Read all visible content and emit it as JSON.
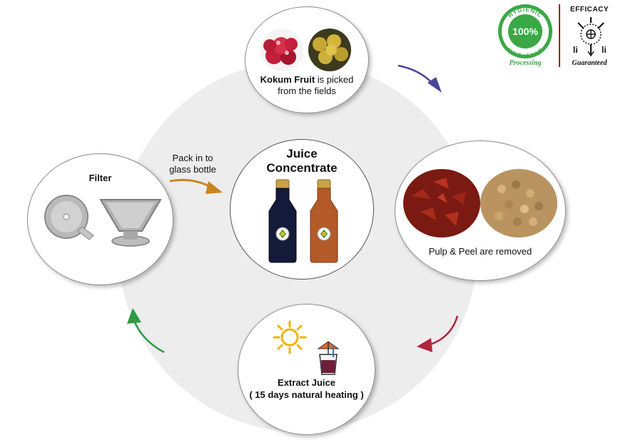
{
  "center": {
    "title_line1": "Juice",
    "title_line2": "Concentrate"
  },
  "step_pick": {
    "label_bold": "Kokum Fruit",
    "label_rest": " is picked",
    "label_line2": "from the fields"
  },
  "step_pulp": {
    "label": "Pulp & Peel are removed"
  },
  "step_extract": {
    "title": "Extract Juice",
    "subtitle": "( 15 days natural heating )"
  },
  "step_filter": {
    "title": "Filter"
  },
  "pack_note": {
    "line1": "Pack in to",
    "line2": "glass bottle"
  },
  "badges": {
    "hygienic": {
      "top_text": "HYGIENIC",
      "center_text": "100%",
      "bottom_text": "HYGIENIC",
      "caption": "Processing"
    },
    "efficacy": {
      "title": "EFFICACY",
      "caption": "Guaranteed"
    }
  },
  "colors": {
    "arrow_top_right": "#4a4596",
    "arrow_right_bottom": "#b0243c",
    "arrow_bottom_left": "#2e9a46",
    "arrow_pack": "#c98420",
    "badge_green": "#3aa845",
    "efficacy_divider": "#a01c1c"
  }
}
